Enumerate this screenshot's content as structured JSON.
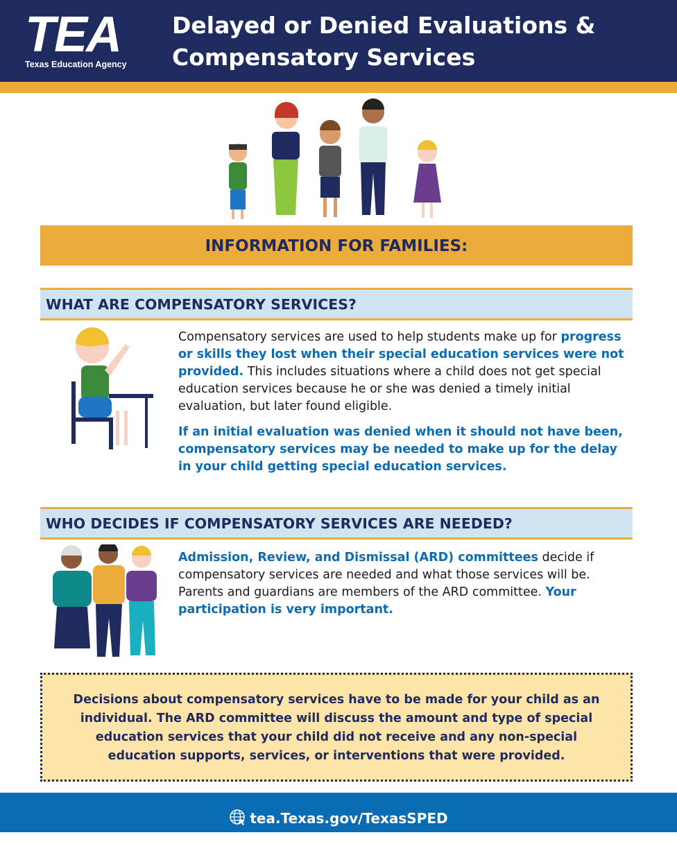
{
  "header": {
    "logo_text": "TEA",
    "logo_subtitle": "Texas Education Agency",
    "title_line1": "Delayed or Denied Evaluations &",
    "title_line2": "Compensatory Services"
  },
  "banner": "INFORMATION FOR FAMILIES:",
  "section1": {
    "heading": "WHAT ARE COMPENSATORY SERVICES?",
    "p1_a": "Compensatory services are used to help students make up for ",
    "p1_b": "progress or skills they lost when their special education services were not provided.",
    "p1_c": " This includes situations where a child does not get special education services because he or she was denied a timely initial evaluation, but later found eligible.",
    "p2": "If an initial evaluation was denied when it should not have been, compensatory services may be needed to make up for the delay in your child getting special education services."
  },
  "section2": {
    "heading": "WHO DECIDES IF COMPENSATORY SERVICES ARE NEEDED?",
    "p1_a": "Admission, Review, and Dismissal (ARD) committees",
    "p1_b": " decide if compensatory services are needed and what those services will be. Parents and guardians are members of the ARD committee. ",
    "p1_c": "Your participation is very important."
  },
  "callout": "Decisions about compensatory services have to be made for your child as an individual. The ARD committee will discuss the amount and type of special education services that your child did not receive and any non-special education supports, services, or interventions that were provided.",
  "footer": {
    "icon": "globe-cursor-icon",
    "link": "tea.Texas.gov/TexasSPED"
  },
  "colors": {
    "navy": "#1f2a5e",
    "orange": "#ecac3c",
    "blue": "#0a6cb3",
    "light_blue": "#cfe3f1",
    "cream": "#fde4a8"
  }
}
